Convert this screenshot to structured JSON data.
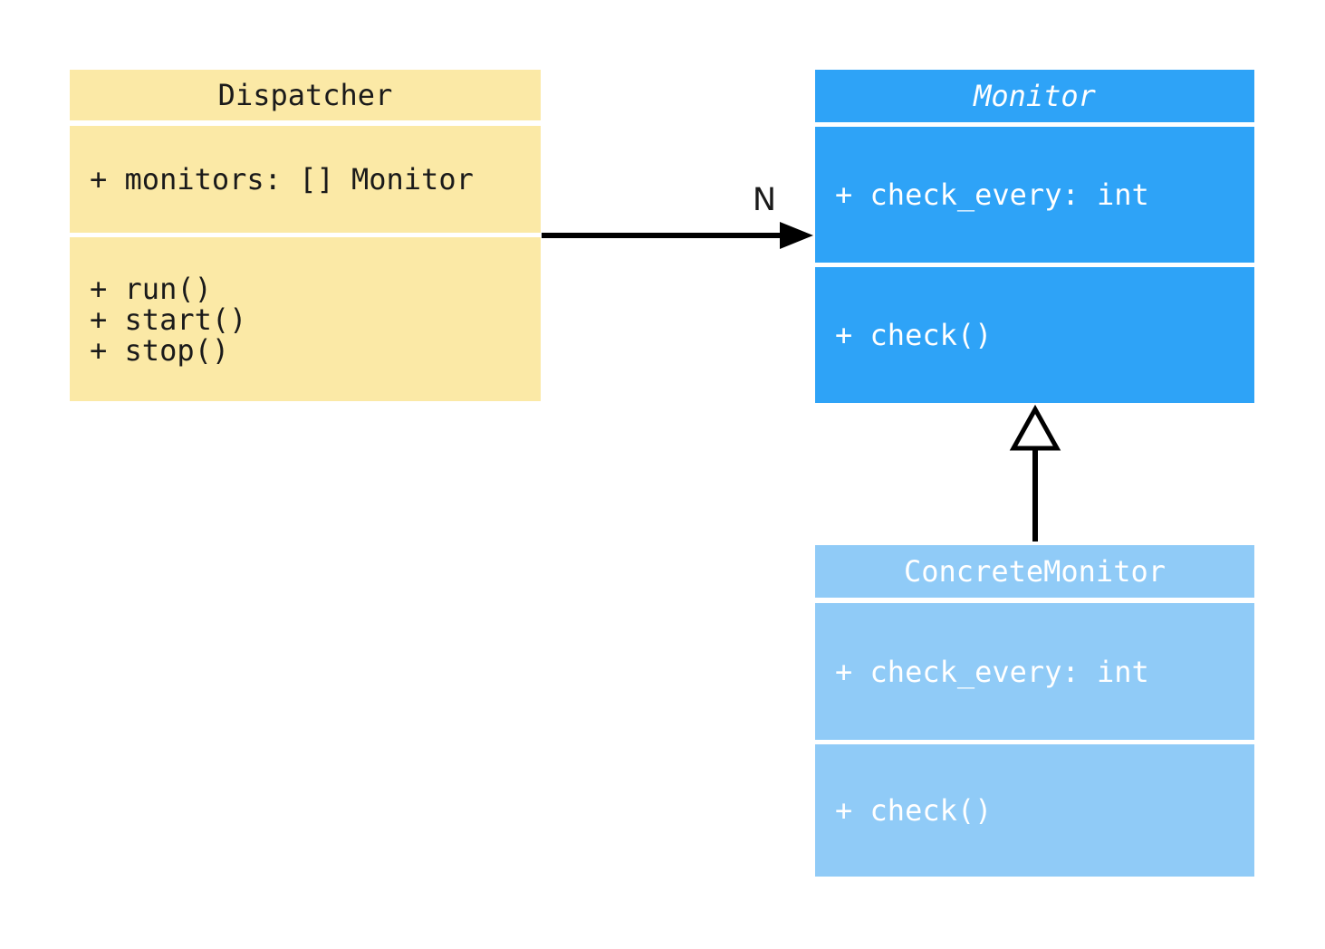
{
  "diagram": {
    "background_color": "#FFFFFF",
    "arrow_color": "#000000",
    "classes": [
      {
        "name": "Dispatcher",
        "abstract": false,
        "attributes": [
          "+ monitors: [] Monitor"
        ],
        "methods": [
          "+ run()",
          "+ start()",
          "+ stop()"
        ],
        "fill": "#FBE9A6",
        "text_color": "#1A1A1A"
      },
      {
        "name": "Monitor",
        "abstract": true,
        "attributes": [
          "+ check_every: int"
        ],
        "methods": [
          "+ check()"
        ],
        "fill": "#2EA3F7",
        "text_color": "#FFFFFF"
      },
      {
        "name": "ConcreteMonitor",
        "abstract": false,
        "attributes": [
          "+ check_every: int"
        ],
        "methods": [
          "+ check()"
        ],
        "fill": "#90CBF7",
        "text_color": "#FFFFFF"
      }
    ],
    "relations": [
      {
        "type": "association",
        "from": "Dispatcher",
        "to": "Monitor",
        "label": "N"
      },
      {
        "type": "inheritance",
        "from": "ConcreteMonitor",
        "to": "Monitor",
        "label": ""
      }
    ]
  }
}
